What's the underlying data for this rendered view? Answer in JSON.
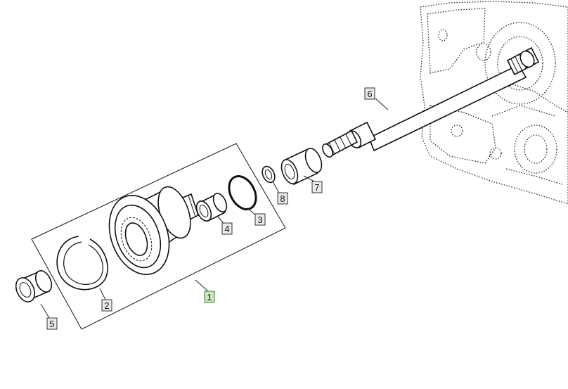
{
  "callouts": [
    {
      "id": "1",
      "label": "1",
      "highlight": true
    },
    {
      "id": "2",
      "label": "2",
      "highlight": false
    },
    {
      "id": "3",
      "label": "3",
      "highlight": false
    },
    {
      "id": "4",
      "label": "4",
      "highlight": false
    },
    {
      "id": "5",
      "label": "5",
      "highlight": false
    },
    {
      "id": "6",
      "label": "6",
      "highlight": false
    },
    {
      "id": "7",
      "label": "7",
      "highlight": false
    },
    {
      "id": "8",
      "label": "8",
      "highlight": false
    }
  ],
  "colors": {
    "highlight": "#cfe8c4",
    "callout_fill": "#e9e9e9",
    "line": "#111111"
  }
}
